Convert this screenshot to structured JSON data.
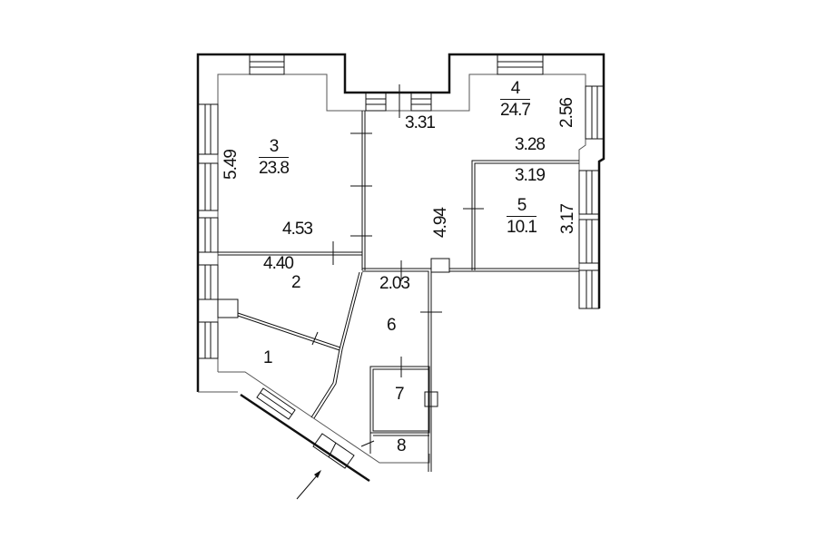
{
  "plan": {
    "rooms": [
      {
        "number": "1"
      },
      {
        "number": "2"
      },
      {
        "number": "3",
        "area": "23.8"
      },
      {
        "number": "4",
        "area": "24.7"
      },
      {
        "number": "5",
        "area": "10.1"
      },
      {
        "number": "6"
      },
      {
        "number": "7"
      },
      {
        "number": "8"
      }
    ],
    "dimensions": {
      "room3_height": "5.49",
      "room3_width": "4.53",
      "room2_width": "4.40",
      "hall_top": "3.31",
      "room4_height": "2.56",
      "room4_width": "3.28",
      "room5_width": "3.19",
      "room5_height": "3.17",
      "hall_height": "4.94",
      "corridor_width": "2.03"
    }
  }
}
